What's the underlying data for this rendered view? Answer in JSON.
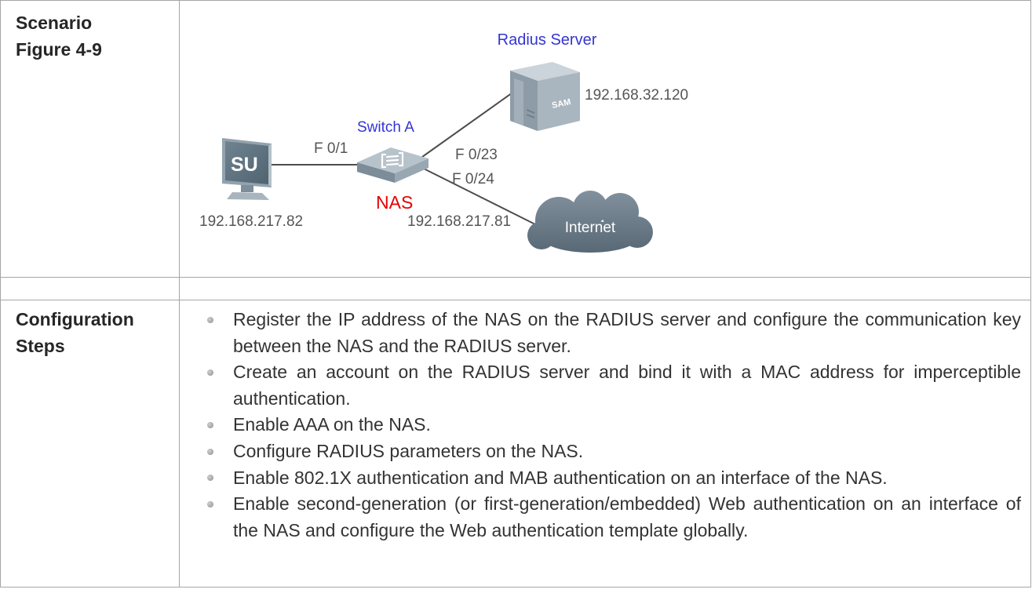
{
  "scenario": {
    "title": "Scenario",
    "figure": "Figure 4-9",
    "diagram": {
      "radius_server": {
        "name": "Radius Server",
        "ip": "192.168.32.120",
        "badge": "SAM"
      },
      "switch": {
        "name": "Switch A",
        "role": "NAS",
        "ip": "192.168.217.81",
        "port_su": "F 0/1",
        "port_server": "F 0/23",
        "port_internet": "F 0/24"
      },
      "su": {
        "badge": "SU",
        "ip": "192.168.217.82"
      },
      "internet": {
        "label": "Internet"
      }
    }
  },
  "configuration": {
    "title": "Configuration Steps",
    "steps": [
      "Register the IP address of the NAS on the RADIUS server and configure the communication key between the NAS and the RADIUS server.",
      "Create an account on the RADIUS server and bind it with a MAC address for imperceptible authentication.",
      "Enable AAA on the NAS.",
      "Configure RADIUS parameters on the NAS.",
      "Enable 802.1X authentication and MAB authentication on an interface of the NAS.",
      "Enable second-generation (or first-generation/embedded) Web authentication on an interface of the NAS and configure the Web authentication template globally."
    ]
  },
  "icons": {
    "su": "monitor-icon",
    "switch": "switch-icon",
    "radius_server": "server-icon",
    "internet": "cloud-icon",
    "list_marker": "bullet-dot"
  },
  "colors": {
    "table_border": "#a6a6a6",
    "body_text": "#333333",
    "device_label": "#3434d4",
    "nas_label": "#e60000",
    "diagram_text": "#555555",
    "device_body": "#8d9ca7",
    "cloud": "#6b7b88"
  }
}
